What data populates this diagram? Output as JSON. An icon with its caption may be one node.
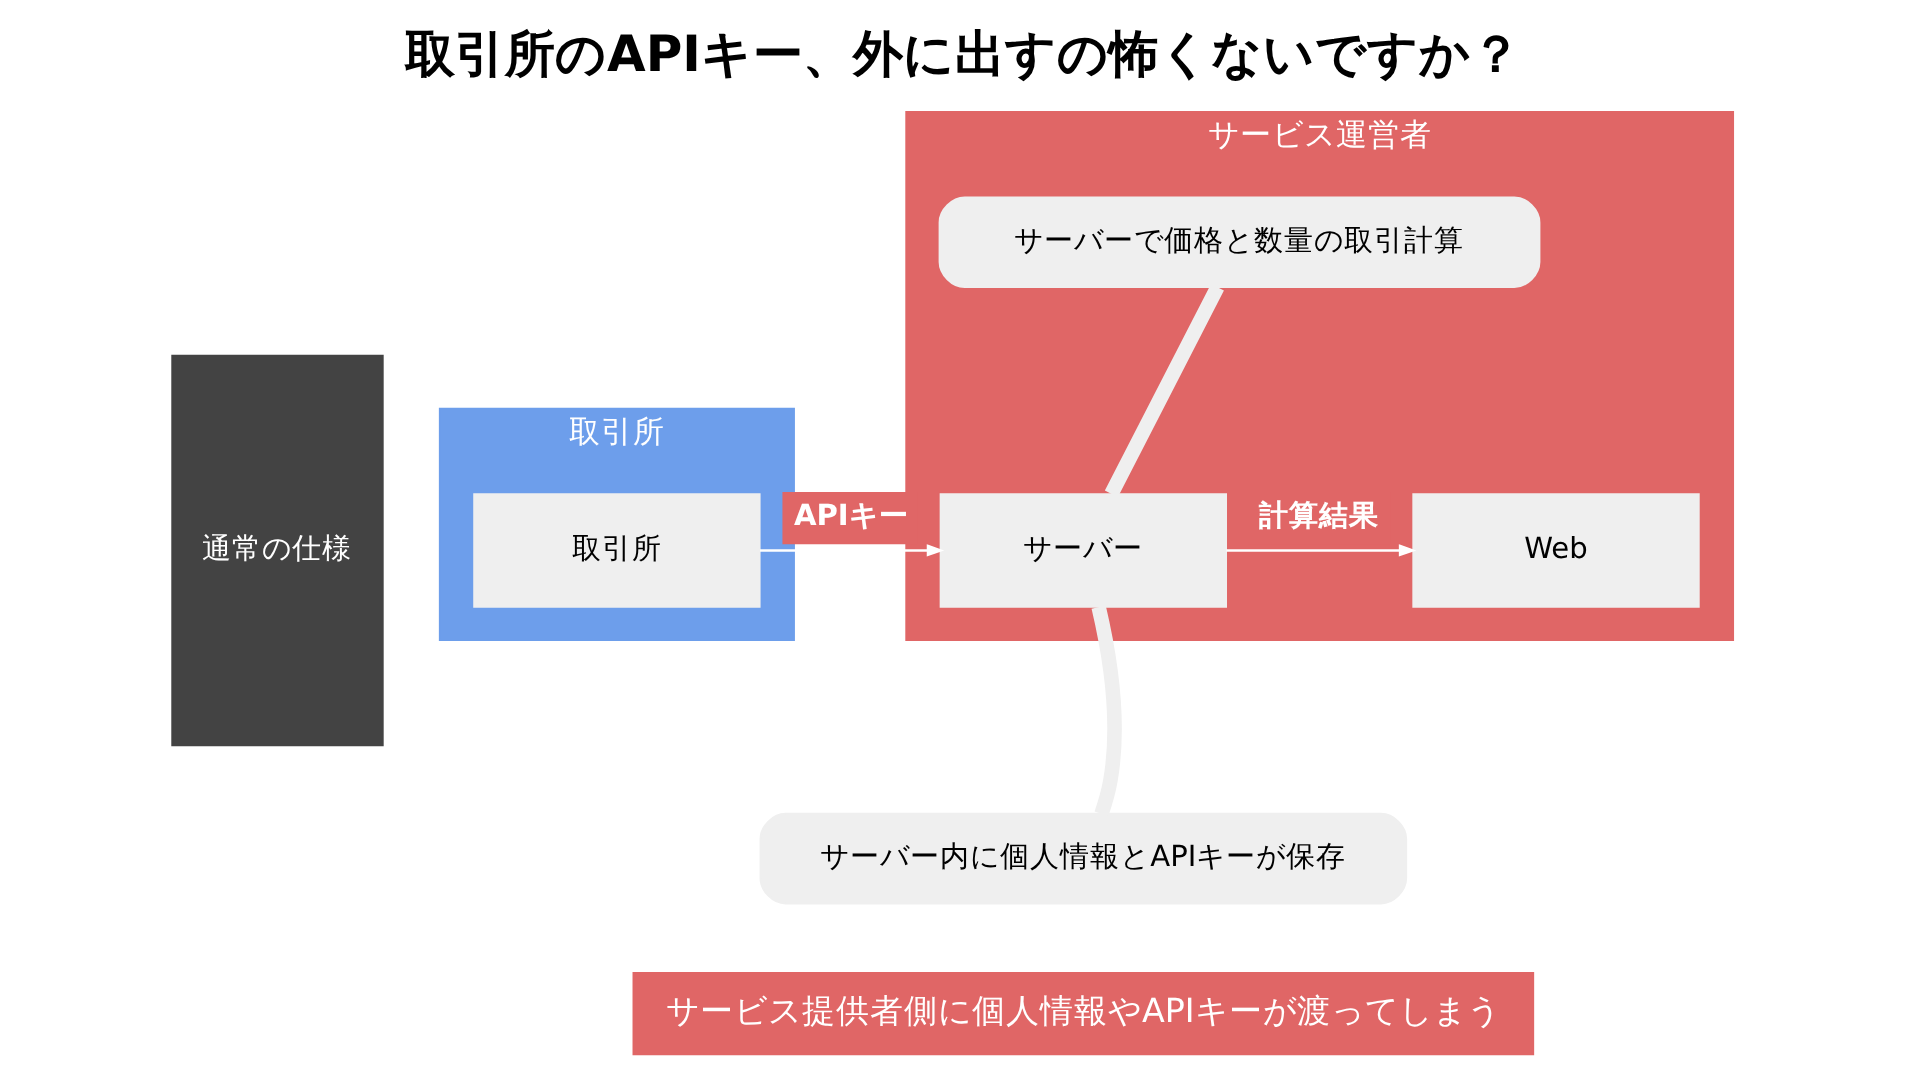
{
  "diagram": {
    "title": "取引所のAPIキー、外に出すの怖くないですか？",
    "nodes": [
      {
        "text": [
          "通常の仕様"
        ]
      },
      {
        "text": [
          "取引所"
        ]
      },
      {
        "text": [
          "取引所"
        ],
        "in": 1
      },
      {
        "text": [
          "サービス運営者"
        ]
      },
      {
        "text": [
          "サーバーで価格と数量の取引計算"
        ],
        "in": 3
      },
      {
        "text": [
          "サーバー"
        ],
        "in": 3
      },
      {
        "text": [
          "Web"
        ],
        "in": 3
      },
      {
        "text": [
          "サーバー内に個人情報とAPIキーが保存"
        ]
      }
    ],
    "edges": [
      {
        "from": 2,
        "to": 5,
        "arrow": "to",
        "label": "APIキー"
      },
      {
        "from": 5,
        "to": 6,
        "arrow": "to",
        "label": "計算結果"
      },
      {
        "from": 4,
        "to": 5,
        "arrow": "none",
        "style": "thick",
        "color": "#efefef"
      },
      {
        "from": 7,
        "to": 5,
        "arrow": "none",
        "style": "thick",
        "color": "#efefef"
      }
    ],
    "labels": [
      "サービス提供者側に個人情報やAPIキーが渡ってしまう"
    ]
  }
}
